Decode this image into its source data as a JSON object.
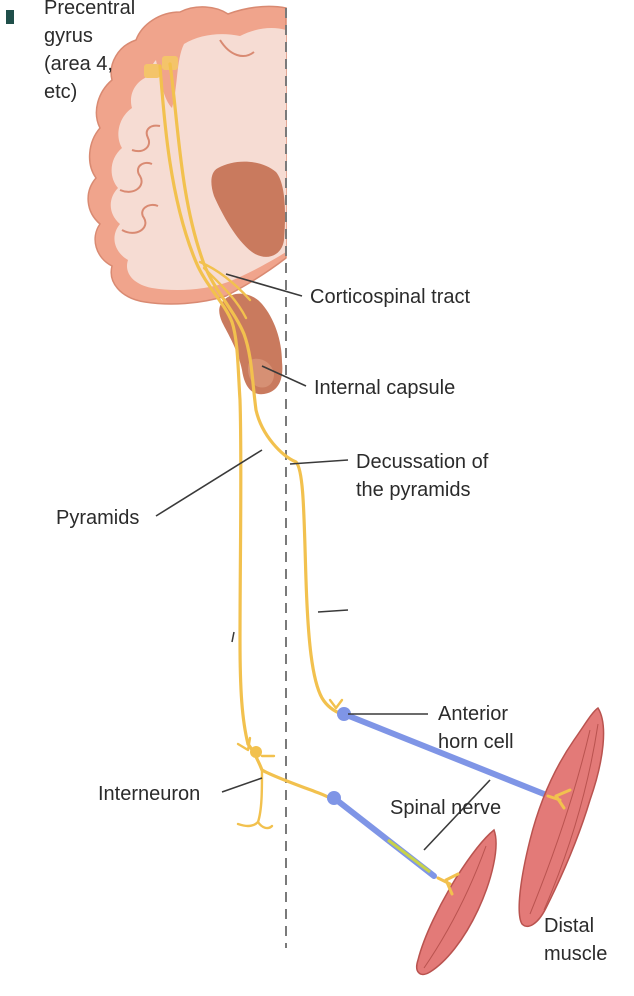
{
  "labels": {
    "precentral_line1": "Precentral",
    "precentral_line2": "gyrus",
    "precentral_line3": "(area 4,",
    "precentral_line4": "etc)",
    "corticospinal_tract": "Corticospinal tract",
    "internal_capsule": "Internal capsule",
    "decussation_line1": "Decussation of",
    "decussation_line2": "the pyramids",
    "pyramids": "Pyramids",
    "anterior_horn_line1": "Anterior",
    "anterior_horn_line2": "horn cell",
    "spinal_nerve": "Spinal nerve",
    "interneuron": "Interneuron",
    "distal_muscle_line1": "Distal",
    "distal_muscle_line2": "muscle"
  },
  "colors": {
    "cortex_outer": "#f0a48c",
    "cortex_inner": "#f6dcd3",
    "capsule": "#c97a5e",
    "tract": "#f2c14e",
    "motor_axon": "#7f95e6",
    "muscle": "#e37a78",
    "midline": "#7a7a7a"
  }
}
